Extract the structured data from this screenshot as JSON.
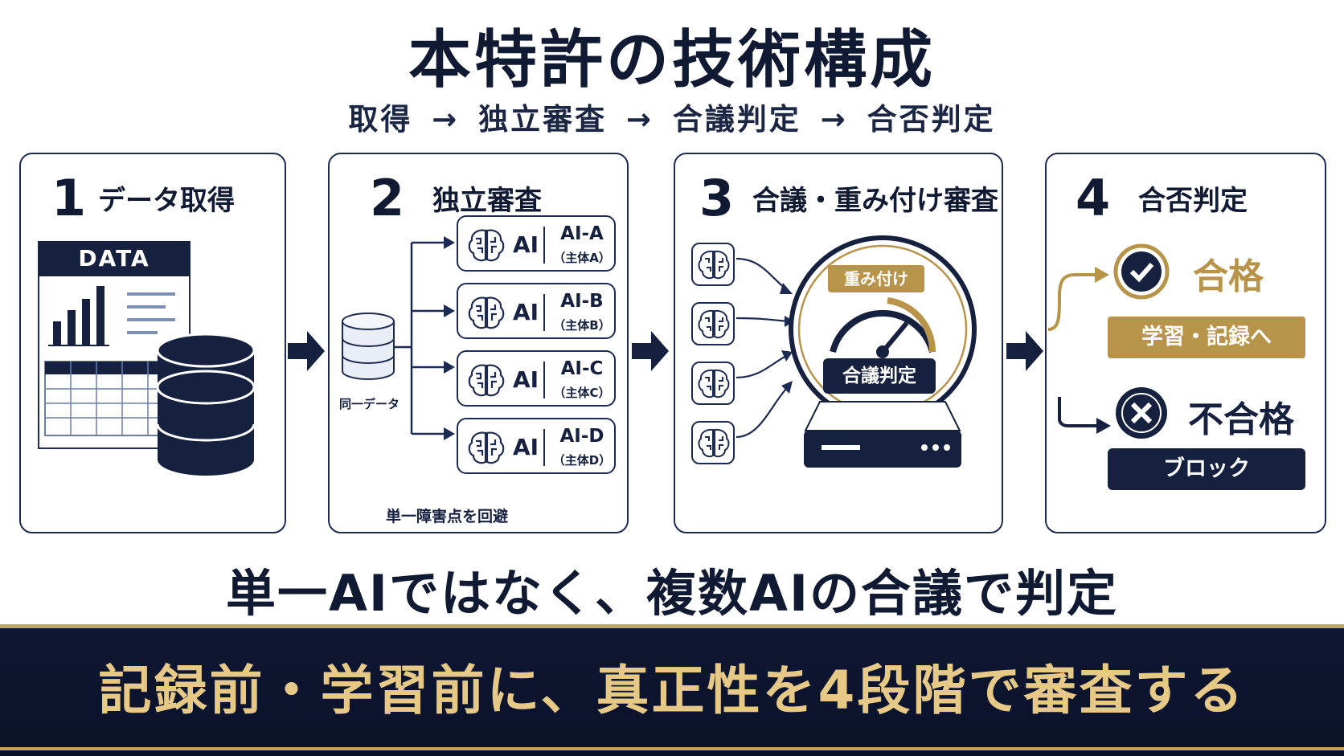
{
  "title": "本特許の技術構成",
  "flow": "取得 → 独立審査 → 合議判定 → 合否判定",
  "panel1": {
    "step": "1",
    "title": "データ取得",
    "data_label": "DATA"
  },
  "panel2": {
    "step": "2",
    "title": "独立審査",
    "source_label": "同一データ",
    "footer": "単一障害点を回避",
    "ai_label": "AI",
    "ais": [
      {
        "name": "AI-A",
        "sub": "（主体A）"
      },
      {
        "name": "AI-B",
        "sub": "（主体B）"
      },
      {
        "name": "AI-C",
        "sub": "（主体C）"
      },
      {
        "name": "AI-D",
        "sub": "（主体D）"
      }
    ]
  },
  "panel3": {
    "step": "3",
    "title": "合議・重み付け審査",
    "weight_label": "重み付け",
    "decision_label": "合議判定"
  },
  "panel4": {
    "step": "4",
    "title": "合否判定",
    "pass_label": "合格",
    "pass_action": "学習・記録へ",
    "fail_label": "不合格",
    "fail_action": "ブロック"
  },
  "subtitle": "単一AIではなく、複数AIの合議で判定",
  "banner": "記録前・学習前に、真正性を4段階で審査する",
  "colors": {
    "navy": "#16213f",
    "gold": "#b8934a",
    "banner_text": "#e6c987"
  },
  "icons": [
    "brain-icon",
    "database-icon",
    "spreadsheet-icon",
    "gauge-icon",
    "server-icon",
    "check-icon",
    "cross-icon"
  ]
}
